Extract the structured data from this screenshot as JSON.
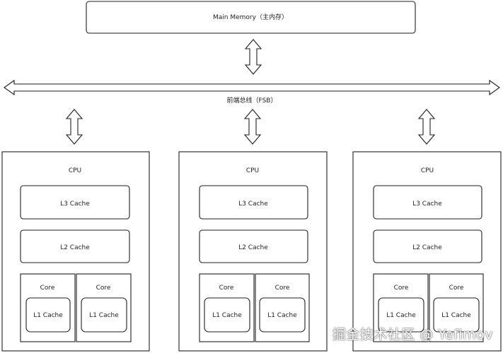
{
  "memory": {
    "label": "Main Memory（主内存）"
  },
  "bus": {
    "label": "前端总线（FSB）"
  },
  "cpus": [
    {
      "label": "CPU",
      "l3": "L3 Cache",
      "l2": "L2 Cache",
      "cores": [
        {
          "label": "Core",
          "l1": "L1 Cache"
        },
        {
          "label": "Core",
          "l1": "L1 Cache"
        }
      ]
    },
    {
      "label": "CPU",
      "l3": "L3 Cache",
      "l2": "L2 Cache",
      "cores": [
        {
          "label": "Core",
          "l1": "L1 Cache"
        },
        {
          "label": "Core",
          "l1": "L1 Cache"
        }
      ]
    },
    {
      "label": "CPU",
      "l3": "L3 Cache",
      "l2": "L2 Cache",
      "cores": [
        {
          "label": "Core",
          "l1": "L1 Cache"
        },
        {
          "label": "Core",
          "l1": "L1 Cache"
        }
      ]
    }
  ],
  "watermark": "掘金技术社区 @ Yefimov"
}
